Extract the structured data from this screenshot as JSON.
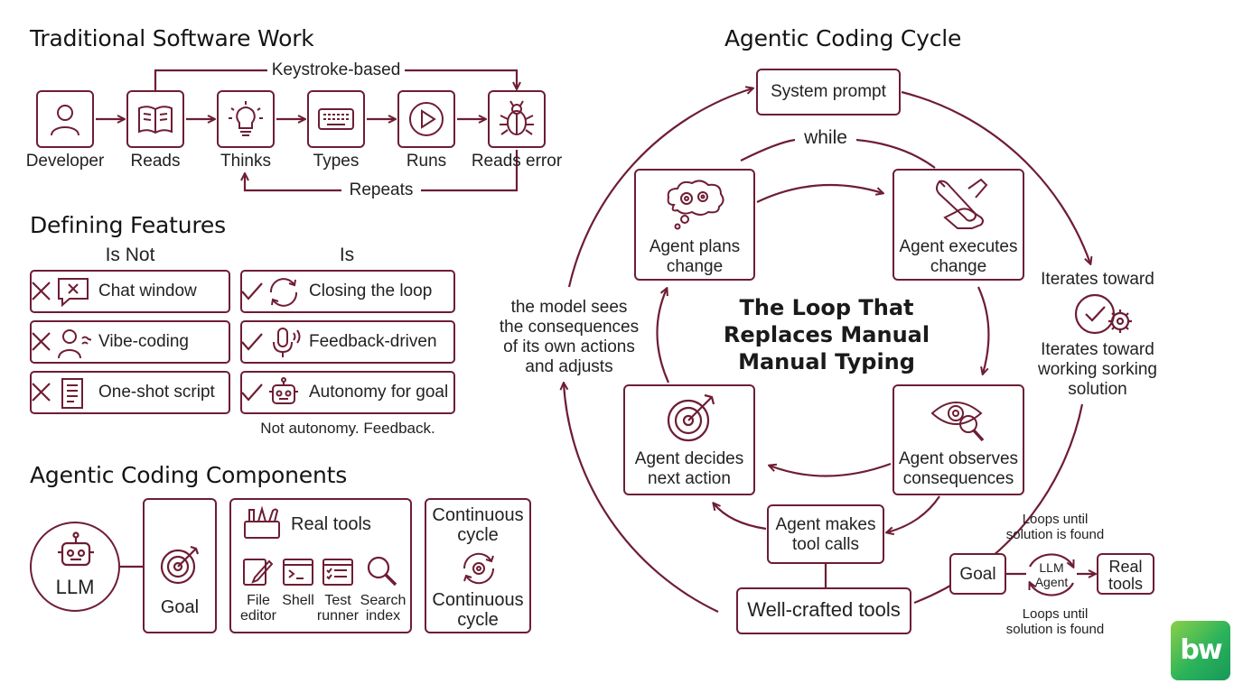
{
  "traditional": {
    "title": "Traditional Software Work",
    "top_label": "Keystroke-based",
    "bottom_label": "Repeats",
    "steps": [
      "Developer",
      "Reads",
      "Thinks",
      "Types",
      "Runs",
      "Reads error"
    ]
  },
  "features": {
    "title": "Defining Features",
    "is_not_header": "Is Not",
    "is_header": "Is",
    "is_not": [
      "Chat window",
      "Vibe-coding",
      "One-shot script"
    ],
    "is": [
      "Closing the loop",
      "Feedback-driven",
      "Autonomy for goal"
    ],
    "footer": "Not autonomy. Feedback."
  },
  "components": {
    "title": "Agentic Coding Components",
    "llm": "LLM",
    "goal": "Goal",
    "real_tools": "Real tools",
    "tools": [
      {
        "label": "File\neditor",
        "icon": "pencil-icon"
      },
      {
        "label": "Shell",
        "icon": "terminal-icon"
      },
      {
        "label": "Test\nrunner",
        "icon": "checklist-icon"
      },
      {
        "label": "Search\nindex",
        "icon": "magnifier-icon"
      }
    ],
    "cycle_top": "Continuous\ncycle",
    "cycle_bottom": "Continuous\ncycle"
  },
  "cycle": {
    "title": "Agentic Coding Cycle",
    "system_prompt": "System prompt",
    "while": "while",
    "plans": "Agent plans\nchange",
    "executes": "Agent executes\nchange",
    "observes": "Agent observes\nconsequences",
    "decides": "Agent decides\nnext action",
    "tool_calls": "Agent makes\ntool calls",
    "well_crafted": "Well-crafted tools",
    "center_title": [
      "The Loop That",
      "Replaces Manual",
      "Manual Typing"
    ],
    "left_note": "the model sees\nthe consequences\nof its own actions\nand adjusts",
    "right_top": "Iterates toward",
    "right_bottom": "Iterates toward\nworking  sorking\nsolution"
  },
  "mini": {
    "goal": "Goal",
    "llm": "LLM\nAgent",
    "real_tools": "Real\ntools",
    "top_note": "Loops until\nsolution is found",
    "bottom_note": "Loops until\nsolution is found"
  },
  "logo": "bw",
  "colors": {
    "accent": "#6e1d34",
    "logo_green": "#2bb35a"
  }
}
